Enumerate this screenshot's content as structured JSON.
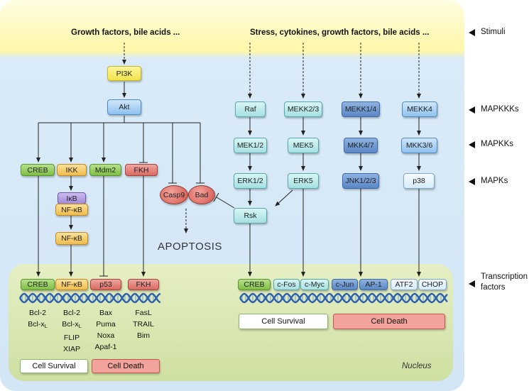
{
  "stimuli": {
    "left": "Growth factors, bile acids ...",
    "right": "Stress, cytokines, growth factors, bile acids ..."
  },
  "row_labels": {
    "stimuli": "Stimuli",
    "mapkkks": "MAPKKKs",
    "mapkks": "MAPKKs",
    "mapks": "MAPKs",
    "tf_line1": "Transcription",
    "tf_line2": "factors"
  },
  "nodes": {
    "pi3k": "PI3K",
    "akt": "Akt",
    "creb_c": "CREB",
    "ikk": "IKK",
    "mdm2": "Mdm2",
    "fkh_c": "FKH",
    "ikb": "IκB",
    "nfkb_1": "NF-κB",
    "nfkb_2": "NF-κB",
    "casp9": "Casp9",
    "bad": "Bad",
    "raf": "Raf",
    "mekk23": "MEKK2/3",
    "mekk14": "MEKK1/4",
    "mekk4": "MEKK4",
    "mek12": "MEK1/2",
    "mek5": "MEK5",
    "mkk47": "MKK4/7",
    "mkk36": "MKK3/6",
    "erk12": "ERK1/2",
    "erk5": "ERK5",
    "jnk123": "JNK1/2/3",
    "p38": "p38",
    "rsk": "Rsk"
  },
  "tf_left": {
    "creb": "CREB",
    "nfkb": "NF-κB",
    "p53": "p53",
    "fkh": "FKH"
  },
  "tf_right": {
    "creb": "CREB",
    "cfos": "c-Fos",
    "cmyc": "c-Myc",
    "cjun": "c-Jun",
    "ap1": "AP-1",
    "atf2": "ATF2",
    "chop": "CHOP"
  },
  "genes": {
    "creb": [
      "Bcl-2",
      "Bcl-x"
    ],
    "nfkb": [
      "Bcl-2",
      "Bcl-x",
      "FLIP",
      "XIAP"
    ],
    "p53": [
      "Bax",
      "Puma",
      "Noxa",
      "Apaf-1"
    ],
    "fkh": [
      "FasL",
      "TRAIL",
      "Bim"
    ],
    "bclxl_sub": "L"
  },
  "outcomes": {
    "left_survival": "Cell Survival",
    "left_death": "Cell Death",
    "right_survival": "Cell Survival",
    "right_death": "Cell Death"
  },
  "apoptosis": "APOPTOSIS",
  "nucleus": "Nucleus",
  "colors": {
    "stimuli_band": "#fffbc8",
    "cytoplasm": "#dcecf8",
    "nucleus": "#dde9b8",
    "dna": "#2c5fae"
  }
}
